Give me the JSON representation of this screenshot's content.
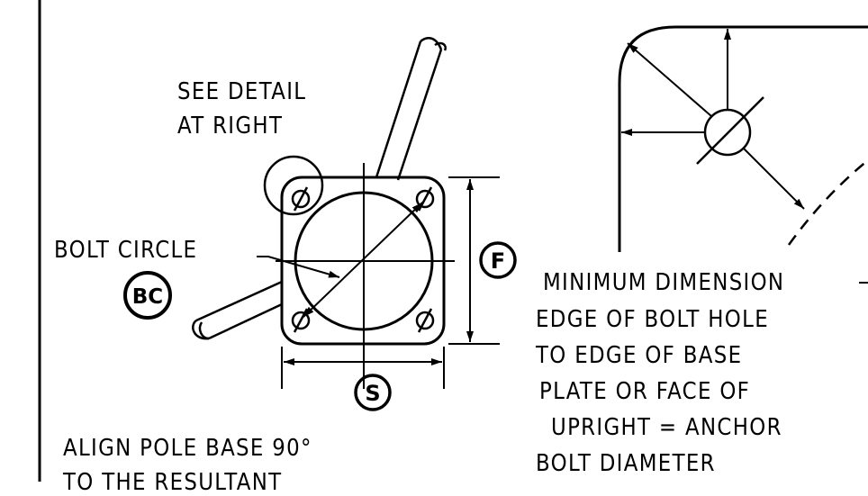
{
  "labels": {
    "see_detail_line1": "SEE DETAIL",
    "see_detail_line2": "AT RIGHT",
    "bolt_circle": "BOLT CIRCLE",
    "bc_symbol": "BC",
    "f_symbol": "F",
    "s_symbol": "S",
    "align_line1": "ALIGN POLE BASE 90°",
    "align_line2": "TO THE RESULTANT",
    "min_dim_line1": "MINIMUM DIMENSION",
    "min_dim_line2": "EDGE OF BOLT HOLE",
    "min_dim_line3": "TO EDGE OF BASE",
    "min_dim_line4": "PLATE OR FACE OF",
    "min_dim_line5": "UPRIGHT = ANCHOR",
    "min_dim_line6": "BOLT DIAMETER"
  }
}
